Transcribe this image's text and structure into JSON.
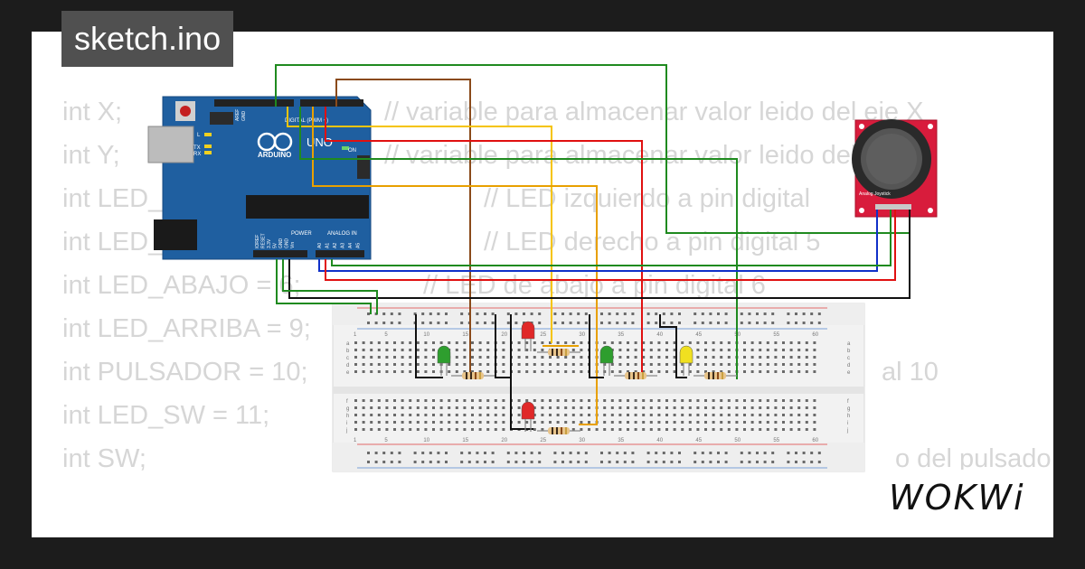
{
  "window": {
    "title": "sketch.ino"
  },
  "code": {
    "lines": [
      {
        "text": "int X;",
        "comment": "// variable para almacenar valor leido del eje X"
      },
      {
        "text": "int Y;",
        "comment": "// variable para almacenar valor leido del eje y"
      },
      {
        "text": "int LED_",
        "comment": "// LED izquierdo a pin digital"
      },
      {
        "text": "int LED_",
        "comment": "// LED derecho a pin digital 5"
      },
      {
        "text": "int LED_ABAJO = 6;",
        "comment": "// LED de abajo a pin digital 6"
      },
      {
        "text": "int LED_ARRIBA = 9;",
        "comment": ""
      },
      {
        "text": "int PULSADOR = 10;",
        "comment": "al 10"
      },
      {
        "text": "int LED_SW = 11;",
        "comment": ""
      },
      {
        "text": "int SW;",
        "comment": "o del pulsado"
      }
    ]
  },
  "arduino": {
    "board_name": "UNO",
    "brand": "ARDUINO",
    "header_digital": "DIGITAL (PWM ~)",
    "header_power": "POWER",
    "header_analog": "ANALOG IN",
    "label_on": "ON",
    "label_tx": "TX",
    "label_rx": "RX",
    "label_l": "L",
    "label_aref": "AREF",
    "label_gnd": "GND",
    "power_pins": [
      "IOREF",
      "RESET",
      "3.3V",
      "5V",
      "GND",
      "GND",
      "Vin"
    ],
    "analog_pins": [
      "A0",
      "A1",
      "A2",
      "A3",
      "A4",
      "A5"
    ]
  },
  "joystick": {
    "label": "Analog Joystick"
  },
  "breadboard": {
    "column_numbers": [
      "1",
      "5",
      "10",
      "15",
      "20",
      "25",
      "30",
      "35",
      "40",
      "45",
      "50",
      "55",
      "60"
    ],
    "rows_top": [
      "a",
      "b",
      "c",
      "d",
      "e"
    ],
    "rows_bottom": [
      "f",
      "g",
      "h",
      "i",
      "j"
    ]
  },
  "leds": [
    {
      "color": "#2e9e2e"
    },
    {
      "color": "#e02828"
    },
    {
      "color": "#2e9e2e"
    },
    {
      "color": "#f0e020"
    },
    {
      "color": "#e02828"
    }
  ],
  "brand": {
    "logo": "WOKWi"
  },
  "colors": {
    "background": "#1c1c1c",
    "canvas": "#ffffff",
    "code_text": "#d6d6d6",
    "badge": "#505050",
    "board": "#1f5fa0",
    "wire_green": "#1f8a1f",
    "wire_red": "#e01010",
    "wire_yellow": "#f5c400",
    "wire_orange": "#e8a000",
    "wire_blue": "#1030c8",
    "wire_brown": "#8a4a1a",
    "wire_black": "#111111"
  }
}
